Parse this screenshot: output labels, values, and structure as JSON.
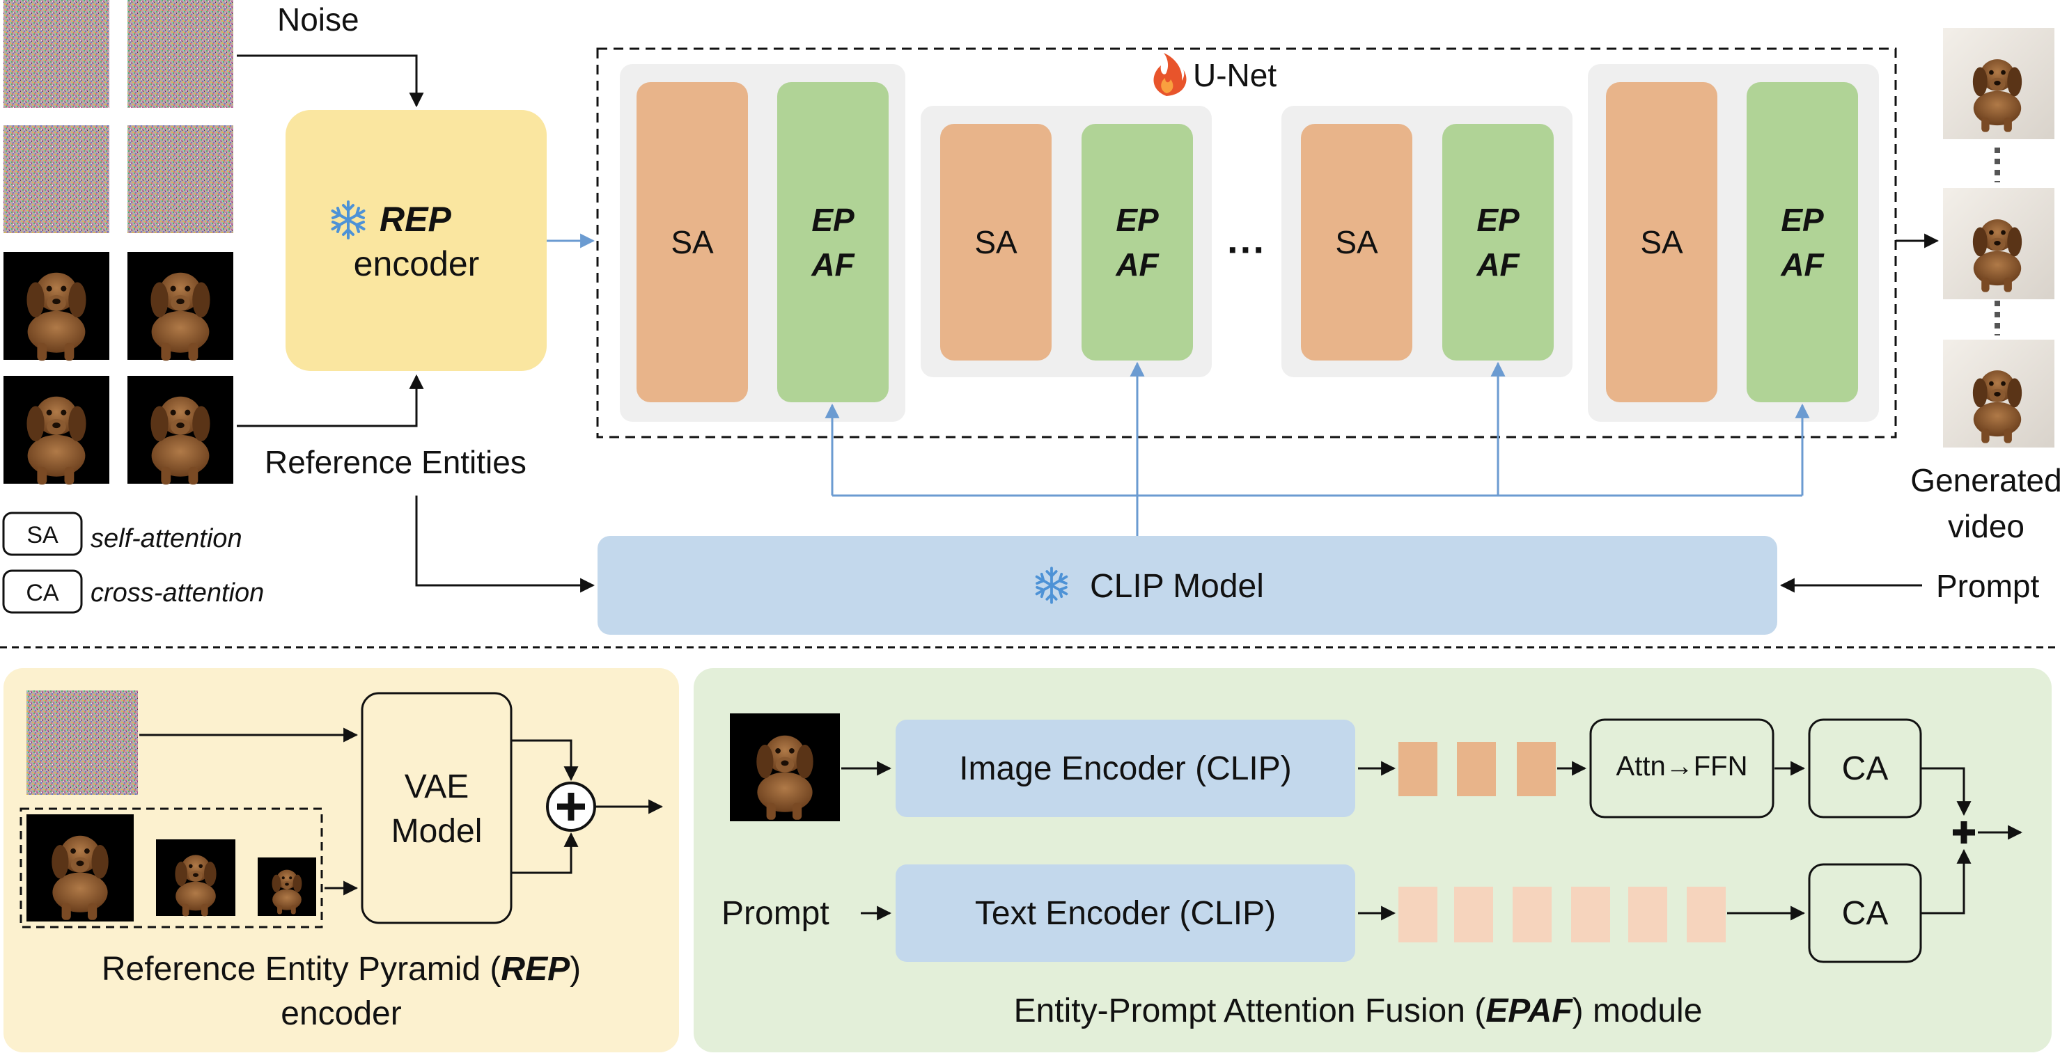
{
  "top": {
    "noise_label": "Noise",
    "reference_entities_label": "Reference Entities",
    "rep_encoder": {
      "line1": "REP",
      "line2": "encoder"
    },
    "unet_label": "U-Net",
    "sa_label": "SA",
    "epaf_line1": "EP",
    "epaf_line2": "AF",
    "ellipsis": "···",
    "clip_model_label": "CLIP Model",
    "prompt_label": "Prompt",
    "generated_video": {
      "line1": "Generated",
      "line2": "video"
    },
    "legend": [
      {
        "key": "SA",
        "desc": "self-attention"
      },
      {
        "key": "CA",
        "desc": "cross-attention"
      }
    ]
  },
  "rep_panel": {
    "vae_line1": "VAE",
    "vae_line2": "Model",
    "caption_pre": "Reference Entity Pyramid (",
    "caption_bold": "REP",
    "caption_post": ")",
    "caption_line2": "encoder"
  },
  "epaf_panel": {
    "image_encoder": "Image Encoder (CLIP)",
    "text_encoder": "Text Encoder (CLIP)",
    "attn_ffn": "Attn→FFN",
    "ca1": "CA",
    "ca2": "CA",
    "prompt": "Prompt",
    "caption_pre": "Entity-Prompt Attention Fusion (",
    "caption_bold": "EPAF",
    "caption_post": ") module"
  },
  "colors": {
    "sa_orange": "#e8b48a",
    "epaf_green": "#b0d396",
    "clip_blue": "#c3d8ec",
    "rep_yellow": "#fae6a0",
    "panel_yellow": "#fcf1cf",
    "panel_green": "#e3efd9",
    "arrow_blue": "#6b9bd1",
    "unet_bg": "#efefef",
    "token_orange": "#e8b48a",
    "token_light": "#f6d4bd",
    "fire": "#e8542b",
    "snow": "#4d92d6"
  },
  "icons": [
    "snowflake-icon",
    "fire-icon",
    "noise-image",
    "dog-image",
    "video-frame"
  ]
}
